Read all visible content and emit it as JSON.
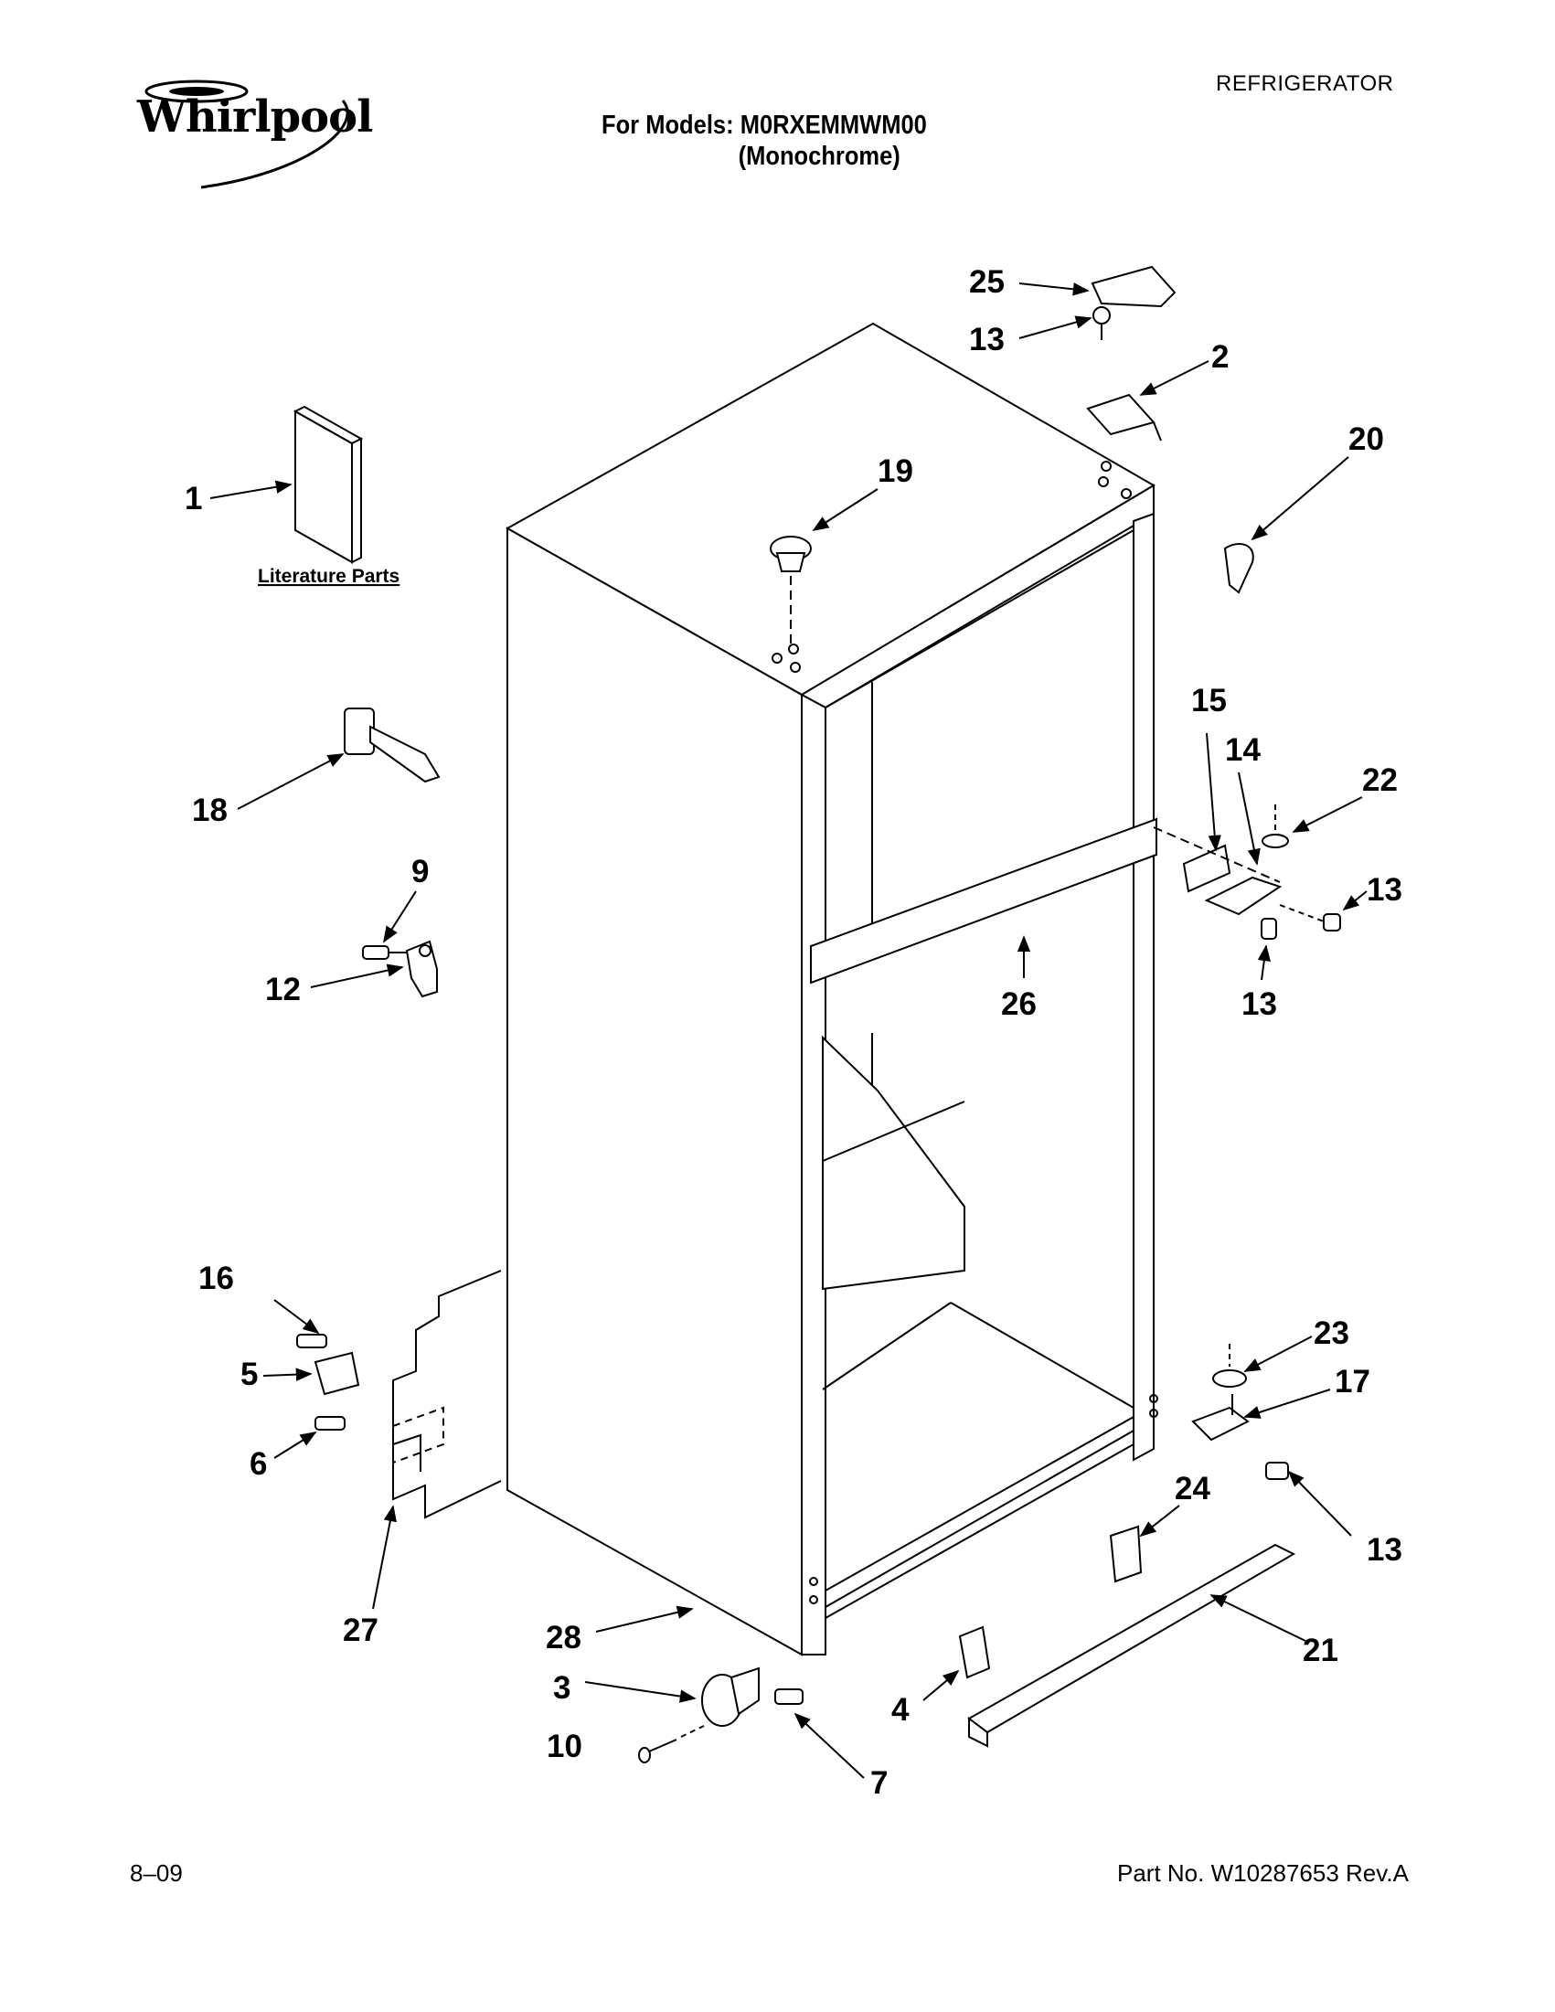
{
  "header": {
    "brand": "Whirlpool",
    "category": "REFRIGERATOR",
    "models_line1": "For Models: M0RXEMMWM00",
    "models_line2": "(Monochrome)"
  },
  "literature_label": "Literature Parts",
  "callouts": [
    {
      "id": "c1",
      "text": "1"
    },
    {
      "id": "c2",
      "text": "2"
    },
    {
      "id": "c3",
      "text": "3"
    },
    {
      "id": "c4",
      "text": "4"
    },
    {
      "id": "c5",
      "text": "5"
    },
    {
      "id": "c6",
      "text": "6"
    },
    {
      "id": "c7",
      "text": "7"
    },
    {
      "id": "c9",
      "text": "9"
    },
    {
      "id": "c10",
      "text": "10"
    },
    {
      "id": "c12",
      "text": "12"
    },
    {
      "id": "c13a",
      "text": "13"
    },
    {
      "id": "c13b",
      "text": "13"
    },
    {
      "id": "c13c",
      "text": "13"
    },
    {
      "id": "c13d",
      "text": "13"
    },
    {
      "id": "c14",
      "text": "14"
    },
    {
      "id": "c15",
      "text": "15"
    },
    {
      "id": "c16",
      "text": "16"
    },
    {
      "id": "c17",
      "text": "17"
    },
    {
      "id": "c18",
      "text": "18"
    },
    {
      "id": "c19",
      "text": "19"
    },
    {
      "id": "c20",
      "text": "20"
    },
    {
      "id": "c21",
      "text": "21"
    },
    {
      "id": "c22",
      "text": "22"
    },
    {
      "id": "c23",
      "text": "23"
    },
    {
      "id": "c24",
      "text": "24"
    },
    {
      "id": "c25",
      "text": "25"
    },
    {
      "id": "c26",
      "text": "26"
    },
    {
      "id": "c27",
      "text": "27"
    },
    {
      "id": "c28",
      "text": "28"
    }
  ],
  "footer": {
    "date": "8–09",
    "part_number": "Part No. W10287653 Rev.A"
  }
}
